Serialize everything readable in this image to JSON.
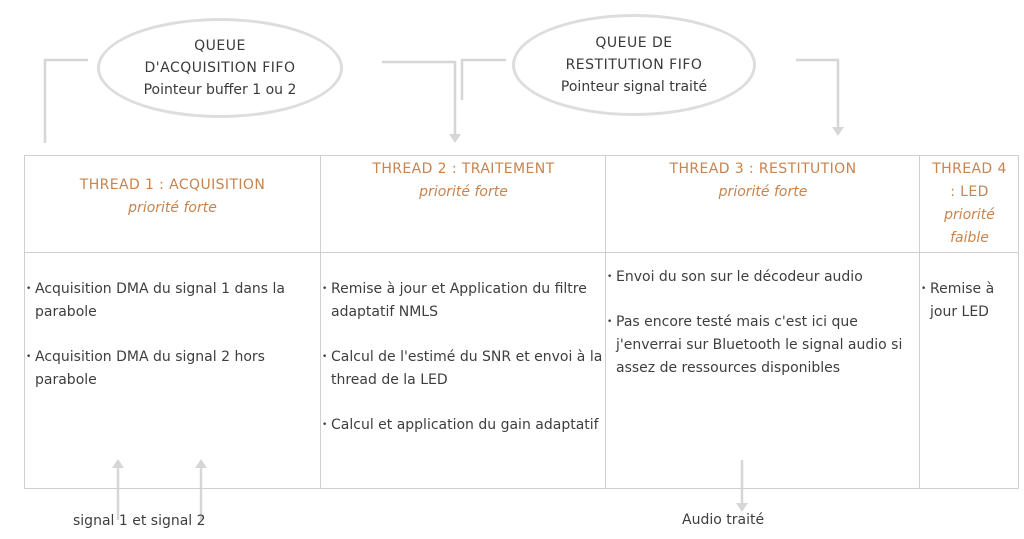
{
  "queues": {
    "acquisition": {
      "line1": "QUEUE",
      "line2": "D'ACQUISITION FIFO",
      "line3": "Pointeur buffer 1 ou 2"
    },
    "restitution": {
      "line1": "QUEUE DE",
      "line2": "RESTITUTION FIFO",
      "line3": "Pointeur signal traité"
    }
  },
  "threads": [
    {
      "title": "THREAD 1  : ACQUISITION",
      "priority": "priorité forte",
      "items": [
        "Acquisition DMA du signal 1 dans la parabole",
        "Acquisition DMA du signal 2 hors parabole"
      ]
    },
    {
      "title": "THREAD 2  : TRAITEMENT",
      "priority": "priorité forte",
      "items": [
        "Remise à jour et Application du filtre adaptatif NMLS",
        "Calcul de l'estimé du SNR et envoi à la thread de la LED",
        "Calcul et application du gain adaptatif"
      ]
    },
    {
      "title": "THREAD 3  : RESTITUTION",
      "priority": "priorité forte",
      "items": [
        "Envoi du son sur le décodeur audio",
        "Pas encore testé mais c'est ici que j'enverrai sur Bluetooth le signal audio si assez de ressources disponibles"
      ]
    },
    {
      "title": "THREAD 4  : LED",
      "priority": "priorité faible",
      "items": [
        "Remise à jour LED"
      ]
    }
  ],
  "labels": {
    "input": "signal 1 et signal 2",
    "output": "Audio traité"
  },
  "colors": {
    "header": "#c9834d",
    "text": "#3e3e3e",
    "connector": "#d4d4d4"
  }
}
